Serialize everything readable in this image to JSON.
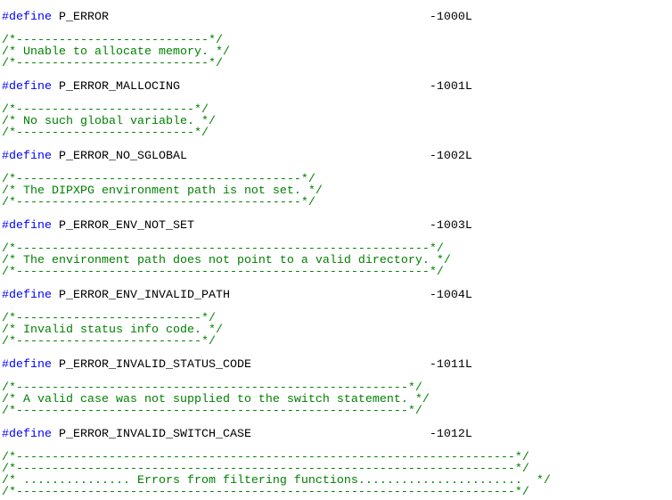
{
  "colors": {
    "background": "#ffffff",
    "keyword": "#0000ff",
    "identifier": "#000000",
    "number": "#000000",
    "comment": "#008000"
  },
  "layout_hints": {
    "value_column": 60
  },
  "code": {
    "language": "c",
    "lines": [
      {
        "type": "blank"
      },
      {
        "type": "define",
        "keyword": "#define",
        "name": "P_ERROR",
        "value": "-1000L"
      },
      {
        "type": "blank"
      },
      {
        "type": "comment",
        "text": "/*---------------------------*/"
      },
      {
        "type": "comment",
        "text": "/* Unable to allocate memory. */"
      },
      {
        "type": "comment",
        "text": "/*---------------------------*/"
      },
      {
        "type": "blank"
      },
      {
        "type": "define",
        "keyword": "#define",
        "name": "P_ERROR_MALLOCING",
        "value": "-1001L"
      },
      {
        "type": "blank"
      },
      {
        "type": "comment",
        "text": "/*-------------------------*/"
      },
      {
        "type": "comment",
        "text": "/* No such global variable. */"
      },
      {
        "type": "comment",
        "text": "/*-------------------------*/"
      },
      {
        "type": "blank"
      },
      {
        "type": "define",
        "keyword": "#define",
        "name": "P_ERROR_NO_SGLOBAL",
        "value": "-1002L"
      },
      {
        "type": "blank"
      },
      {
        "type": "comment",
        "text": "/*----------------------------------------*/"
      },
      {
        "type": "comment",
        "text": "/* The DIPXPG environment path is not set. */"
      },
      {
        "type": "comment",
        "text": "/*----------------------------------------*/"
      },
      {
        "type": "blank"
      },
      {
        "type": "define",
        "keyword": "#define",
        "name": "P_ERROR_ENV_NOT_SET",
        "value": "-1003L"
      },
      {
        "type": "blank"
      },
      {
        "type": "comment",
        "text": "/*----------------------------------------------------------*/"
      },
      {
        "type": "comment",
        "text": "/* The environment path does not point to a valid directory. */"
      },
      {
        "type": "comment",
        "text": "/*----------------------------------------------------------*/"
      },
      {
        "type": "blank"
      },
      {
        "type": "define",
        "keyword": "#define",
        "name": "P_ERROR_ENV_INVALID_PATH",
        "value": "-1004L"
      },
      {
        "type": "blank"
      },
      {
        "type": "comment",
        "text": "/*--------------------------*/"
      },
      {
        "type": "comment",
        "text": "/* Invalid status info code. */"
      },
      {
        "type": "comment",
        "text": "/*--------------------------*/"
      },
      {
        "type": "blank"
      },
      {
        "type": "define",
        "keyword": "#define",
        "name": "P_ERROR_INVALID_STATUS_CODE",
        "value": "-1011L"
      },
      {
        "type": "blank"
      },
      {
        "type": "comment",
        "text": "/*-------------------------------------------------------*/"
      },
      {
        "type": "comment",
        "text": "/* A valid case was not supplied to the switch statement. */"
      },
      {
        "type": "comment",
        "text": "/*-------------------------------------------------------*/"
      },
      {
        "type": "blank"
      },
      {
        "type": "define",
        "keyword": "#define",
        "name": "P_ERROR_INVALID_SWITCH_CASE",
        "value": "-1012L"
      },
      {
        "type": "blank"
      },
      {
        "type": "comment",
        "text": "/*----------------------------------------------------------------------*/"
      },
      {
        "type": "comment",
        "text": "/*----------------------------------------------------------------------*/"
      },
      {
        "type": "comment",
        "text": "/* ............... Errors from filtering functions.......................  */"
      },
      {
        "type": "comment",
        "text": "/*----------------------------------------------------------------------*/"
      }
    ]
  }
}
